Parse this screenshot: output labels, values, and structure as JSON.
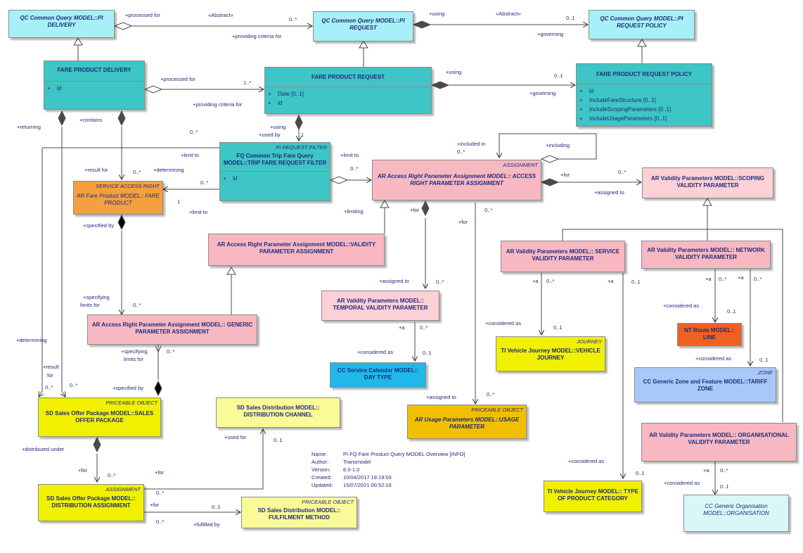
{
  "classes": {
    "qc_delivery": {
      "name": "QC Common Query MODEL::PI DELIVERY",
      "color": "#a8f0f8"
    },
    "qc_request": {
      "name": "QC Common Query MODEL::PI REQUEST",
      "color": "#a8f0f8"
    },
    "qc_request_policy": {
      "name": "QC Common Query MODEL::PI REQUEST POLICY",
      "color": "#a8f0f8"
    },
    "fare_product_delivery": {
      "name": "FARE PRODUCT DELIVERY",
      "attrs": [
        "id"
      ],
      "color": "#3ec5c5"
    },
    "fare_product_request": {
      "name": "FARE PRODUCT REQUEST",
      "attrs": [
        "Date [0..1]",
        "id"
      ],
      "color": "#3ec5c5"
    },
    "fare_product_request_policy": {
      "name": "FARE PRODUCT REQUEST POLICY",
      "attrs": [
        "id",
        "IncludeFareStructure [0..1]",
        "IncludeScopingParameters [0..1]",
        "IncludeUsageParameters [0..1]"
      ],
      "color": "#3ec5c5"
    },
    "trip_fare_request_filter": {
      "stereotype": "PI REQUEST FILTER",
      "name": "FQ Common Trip Fare Query MODEL::TRIP FARE REQUEST FILTER",
      "attrs": [
        "id"
      ],
      "color": "#3ec5c5"
    },
    "fare_product": {
      "stereotype": "SERVICE ACCESS RIGHT",
      "name": "AR Fare Product MODEL:: FARE PRODUCT",
      "color": "#f5a040"
    },
    "access_right_parameter_assignment": {
      "stereotype": "ASSIGNMENT",
      "name": "AR Access Right Parameter Assignment MODEL:: ACCESS RIGHT PARAMETER ASSIGNMENT",
      "color": "#f7b8c2"
    },
    "scoping_validity_parameter": {
      "name": "AR Validity Parameters MODEL::SCOPING VALIDITY PARAMETER",
      "color": "#fbd0d6"
    },
    "validity_parameter_assignment": {
      "name": "AR Access Right Parameter Assignment MODEL::VALIDITY PARAMETER ASSIGNMENT",
      "color": "#f7b8c2"
    },
    "generic_parameter_assignment": {
      "name": "AR Access Right Parameter Assignment MODEL:: GENERIC PARAMETER ASSIGNMENT",
      "color": "#f7b8c2"
    },
    "service_validity_parameter": {
      "name": "AR Validity Parameters MODEL:: SERVICE VALIDITY PARAMETER",
      "color": "#f7b8c2"
    },
    "network_validity_parameter": {
      "name": "AR Validity Parameters MODEL:: NETWORK VALIDITY PARAMETER",
      "color": "#f7b8c2"
    },
    "temporal_validity_parameter": {
      "name": "AR Validity Parameters MODEL:: TEMPORAL VALIDITY PARAMETER",
      "color": "#fbd0d6"
    },
    "line": {
      "name": "NT Route MODEL:: LINE",
      "color": "#f06020"
    },
    "vehicle_journey": {
      "stereotype": "JOURNEY",
      "name": "TI Vehicle Journey MODEL::VEHICLE JOURNEY",
      "color": "#f0f000"
    },
    "day_type": {
      "name": "CC Service Calendar MODEL:: DAY TYPE",
      "color": "#20b8e8"
    },
    "tariff_zone": {
      "stereotype": "ZONE",
      "name": "CC Generic Zone and Feature MODEL::TARIFF ZONE",
      "color": "#a8c8f8"
    },
    "usage_parameter": {
      "stereotype": "PRICEABLE OBJECT",
      "name": "AR Usage Parameters MODEL::USAGE PARAMETER",
      "color": "#f0c000"
    },
    "sales_offer_package": {
      "stereotype": "PRICEABLE OBJECT",
      "name": "SD Sales Offer Package MODEL::SALES OFFER PACKAGE",
      "color": "#f0f000"
    },
    "distribution_channel": {
      "name": "SD Sales Distribution MODEL:: DISTRIBUTION CHANNEL",
      "color": "#fafa98"
    },
    "organisational_validity_parameter": {
      "name": "AR Validity Parameters MODEL:: ORGANISATIONAL VALIDITY PARAMETER",
      "color": "#f7b8c2"
    },
    "type_of_product_category": {
      "name": "TI Vehicle Journey MODEL:: TYPE OF PRODUCT CATEGORY",
      "color": "#f0f000"
    },
    "distribution_assignment": {
      "stereotype": "ASSIGNMENT",
      "name": "SD Sales Offer Package MODEL:: DISTRIBUTION ASSIGNMENT",
      "color": "#f0f000"
    },
    "fulfilment_method": {
      "stereotype": "PRICEABLE OBJECT",
      "name": "SD Sales Distribution MODEL:: FULFILMENT METHOD",
      "color": "#fafa98"
    },
    "organisation": {
      "name": "CC Generic Organisation MODEL::ORGANISATION",
      "color": "#d8f8f8"
    }
  },
  "labels": {
    "processed_for_1": "+processed for",
    "abstract_1": "«Abstract»",
    "mult_0n_1": "0..*",
    "providing_criteria_1": "+providing criteria for",
    "using_1": "+using",
    "abstract_2": "«Abstract»",
    "mult_01_1": "0..1",
    "governing_1": "+governing",
    "processed_for_2": "+processed for",
    "mult_1n": "1..*",
    "providing_criteria_2": "+providing criteria for",
    "using_2": "+using",
    "mult_01_2": "0..1",
    "governing_2": "+governing",
    "returning": "+returning",
    "contains": "+contains",
    "using_3": "+using",
    "used_by": "+used by",
    "mult_1_a": "1",
    "mult_0n_2": "0..*",
    "limit_to_1": "+limit to",
    "result_for_1": "+result for",
    "mult_0n_3": "0..*",
    "determining_1": "+determining",
    "mult_0n_4": "0..*",
    "mult_1_b": "1",
    "limit_to_2": "+limit to",
    "limit_to_3": "+limit to",
    "mult_0n_5": "0..*",
    "limiting": "+limiting",
    "included_in": "+included in",
    "mult_0n_6": "0..*",
    "including": "+including",
    "for_1": "+for",
    "mult_0n_7": "0..*",
    "assigned_to_1": "+assigned to",
    "for_2": "+for",
    "mult_0n_8": "0..*",
    "for_3": "+for",
    "specified_by_1": "+specified by",
    "assigned_to_2": "+assigned to",
    "mult_0n_9": "0..*",
    "specifying_limits_1": "+specifying",
    "specifying_limits_1b": "limits for",
    "mult_0n_10": "0..*",
    "a_1": "+a",
    "mult_0n_11": "0..*",
    "a_2": "+a",
    "mult_01_3": "0..1",
    "a_3": "+a",
    "mult_0n_12": "0..*",
    "a_4": "+a",
    "mult_0n_13": "0..*",
    "considered_as_1": "+considered as",
    "mult_01_4": "0..1",
    "considered_as_2": "+considered as",
    "mult_01_5": "0..1",
    "a_5": "+a",
    "mult_0n_14": "0..*",
    "considered_as_3": "+considered as",
    "mult_01_6": "0..1",
    "considered_as_4": "+considered as",
    "mult_01_7": "0..1",
    "determining_2": "+determining",
    "specifying_limits_2": "+specifying",
    "specifying_limits_2b": "limits for",
    "mult_0n_15": "0..*",
    "result_1": "+result",
    "result_1b": "for",
    "mult_0n_16": "0..*",
    "mult_0n_17": "0..*",
    "specified_by_2": "+specified by",
    "assigned_to_3": "+assigned to",
    "mult_0n_18": "0..*",
    "used_for": "+used for",
    "mult_01_8": "0..1",
    "distributed_under": "+distributed under",
    "for_4": "+for",
    "mult_0n_19": "0..*",
    "for_5": "+for",
    "mult_0n_20": "0..*",
    "for_6": "+for",
    "mult_01_9": "0..1",
    "mult_0n_21": "0..*",
    "fulfilled_by": "+fulfilled by",
    "considered_as_5": "+considered as",
    "mult_01_10": "0..1",
    "a_6": "+a",
    "mult_0n_22": "0..*",
    "considered_as_6": "+considered as",
    "mult_01_11": "0..1"
  },
  "info": {
    "name_key": "Name:",
    "name_val": "PI FQ Fare Product Query MODEL Overview [INFO]",
    "author_key": "Author:",
    "author_val": "Transmodel",
    "version_key": "Version:",
    "version_val": "6.0-1.0",
    "created_key": "Created:",
    "created_val": "10/04/2017 19:19:03",
    "updated_key": "Updated:",
    "updated_val": "15/07/2021 00:52:16"
  }
}
